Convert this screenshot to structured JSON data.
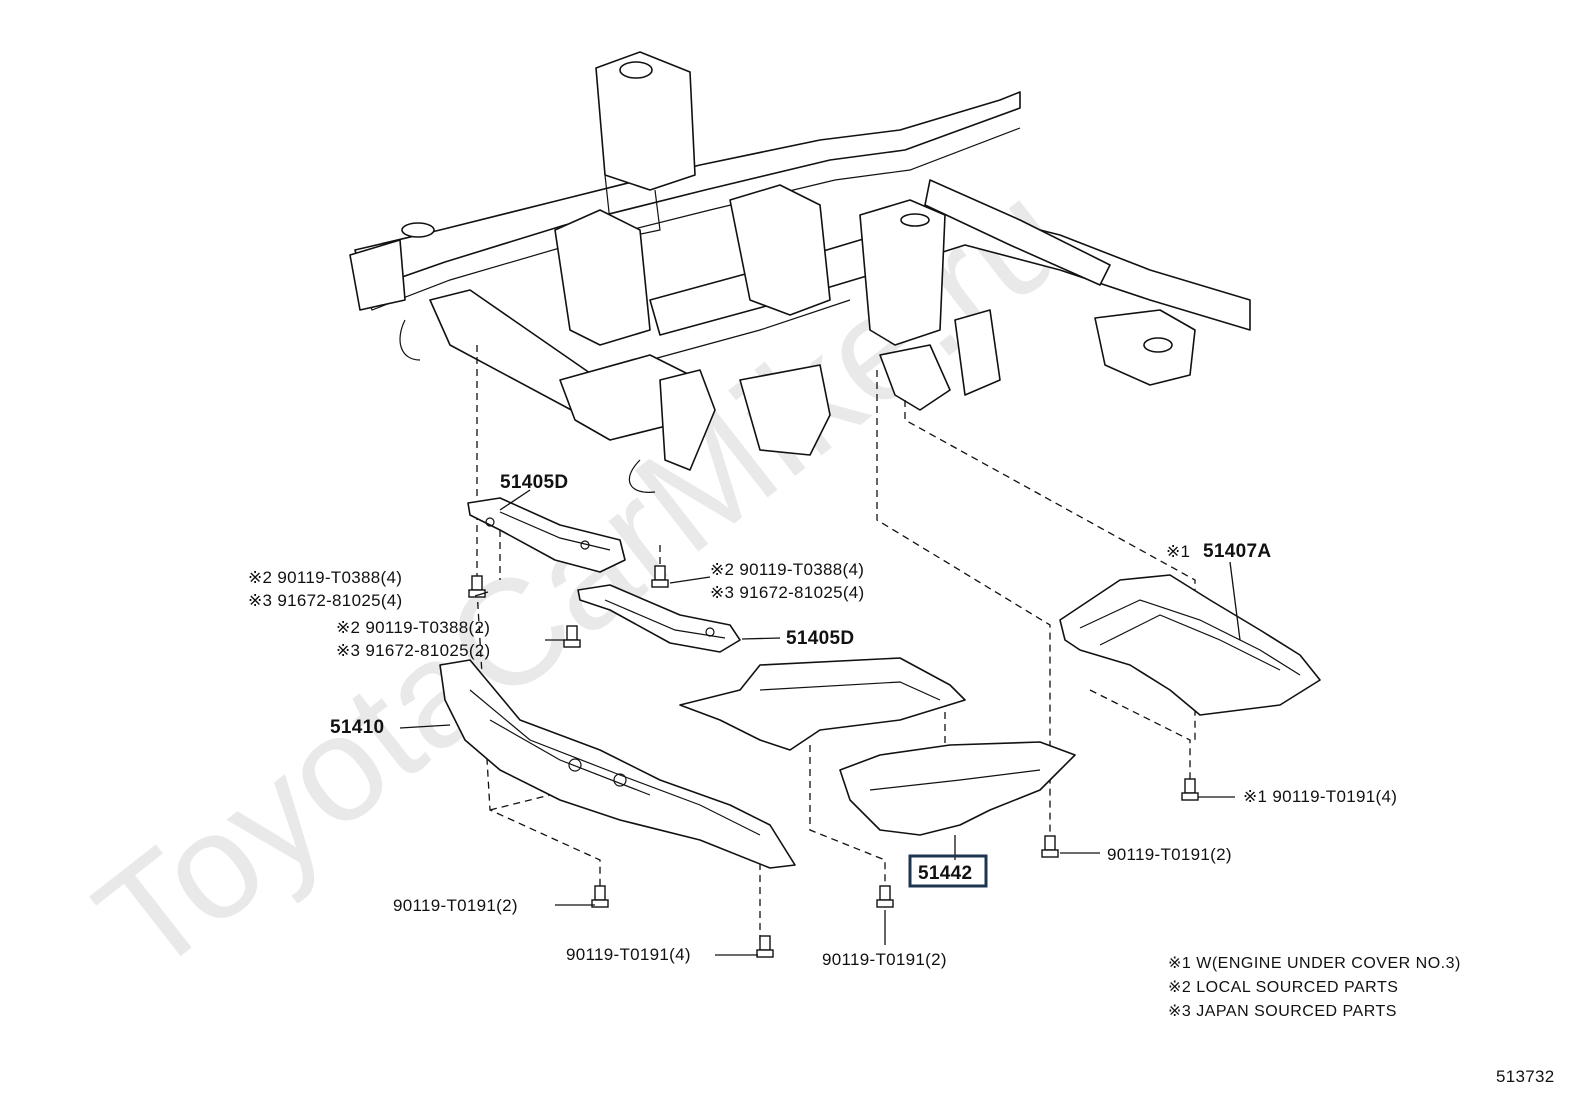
{
  "watermark": "ToyotaCarMike.ru",
  "diagram_number": "513732",
  "parts": {
    "p51405d_top": "51405D",
    "p51405d_mid": "51405D",
    "p51407a": "51407A",
    "p51407a_note": "※1",
    "p51410": "51410",
    "p51442": "51442"
  },
  "fasteners": {
    "left_a1": "※2 90119-T0388(4)",
    "left_a2": "※3 91672-81025(4)",
    "right_a1": "※2 90119-T0388(4)",
    "right_a2": "※3 91672-81025(4)",
    "mid_b1": "※2 90119-T0388(2)",
    "mid_b2": "※3 91672-81025(2)",
    "bolt_a": "90119-T0191(2)",
    "bolt_b": "90119-T0191(4)",
    "bolt_c": "90119-T0191(2)",
    "bolt_d": "90119-T0191(2)",
    "bolt_e": "※1 90119-T0191(4)"
  },
  "legend": [
    "※1 W(ENGINE UNDER COVER NO.3)",
    "※2 LOCAL SOURCED PARTS",
    "※3 JAPAN SOURCED PARTS"
  ]
}
